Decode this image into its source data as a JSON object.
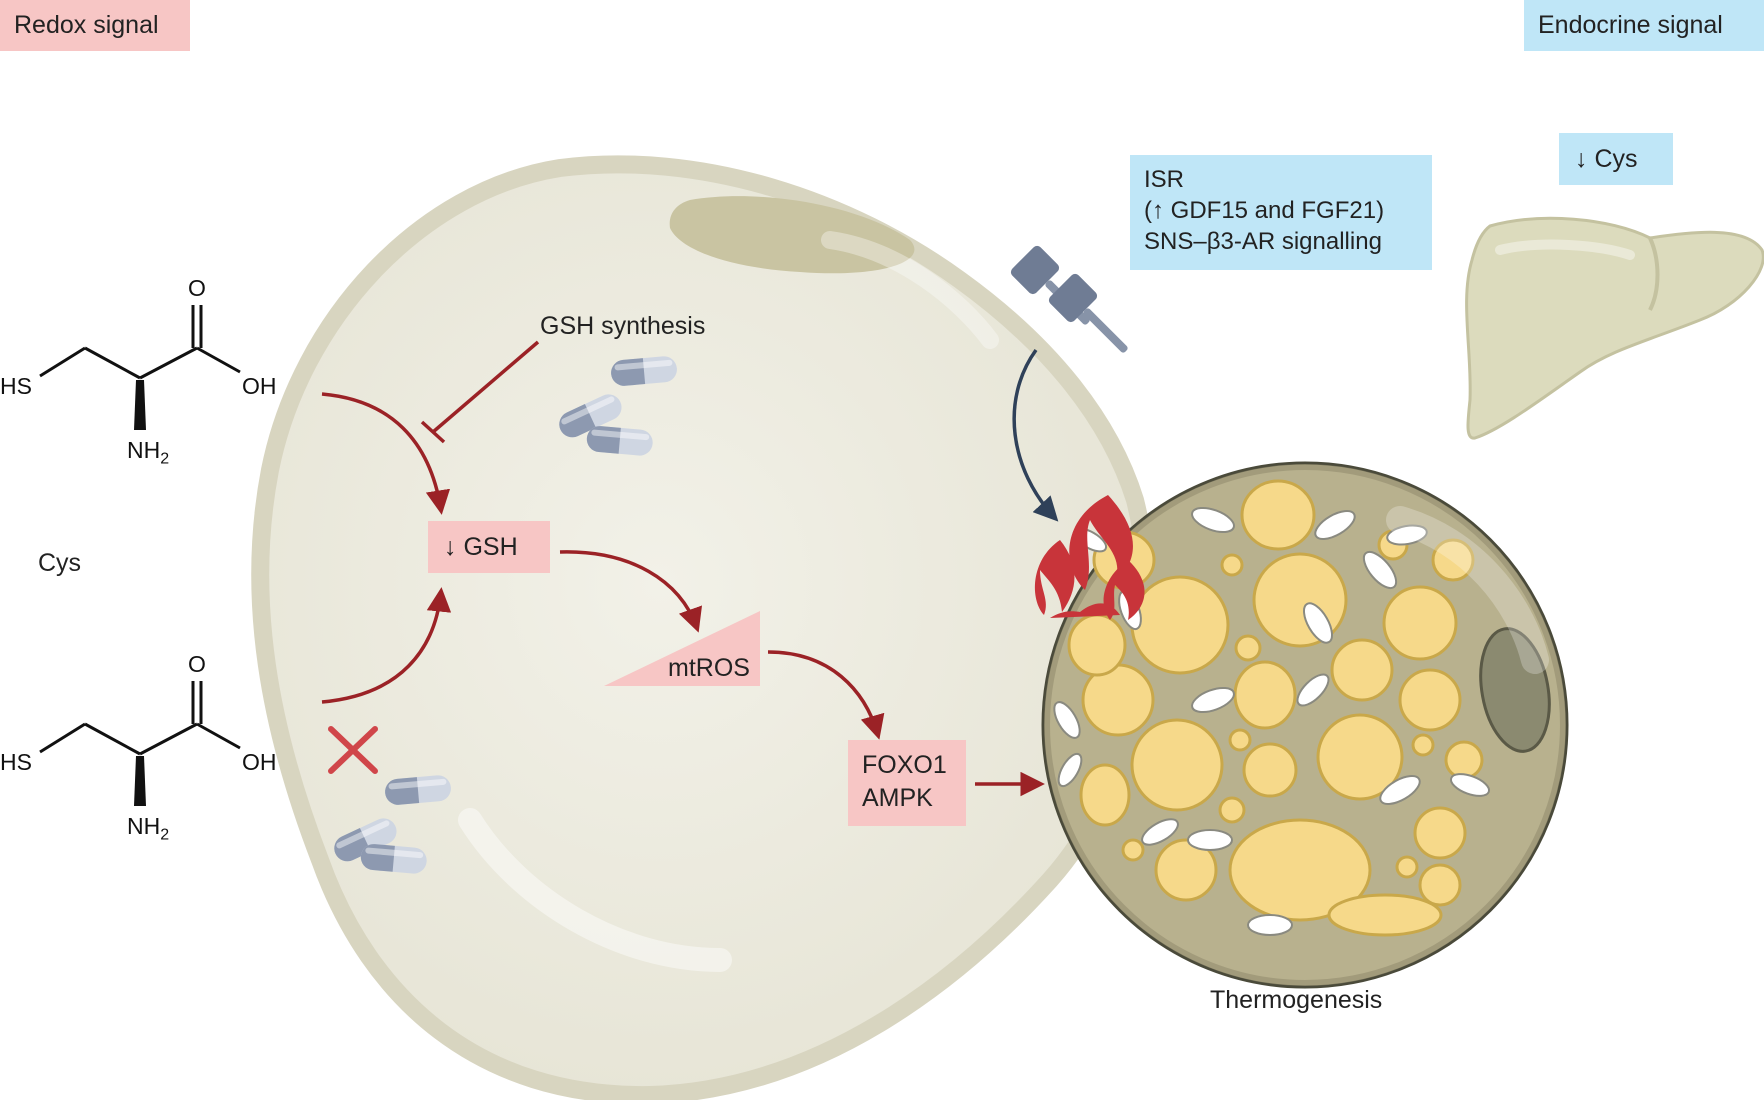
{
  "headers": {
    "redox_signal": "Redox signal",
    "endocrine_signal": "Endocrine signal"
  },
  "molecule": {
    "carbonyl_o": "O",
    "thiol": "HS",
    "hydroxyl": "OH",
    "amine_nh": "NH",
    "amine_sub": "2",
    "name": "Cys"
  },
  "cell": {
    "gsh_synthesis": "GSH synthesis",
    "gsh_box": "↓  GSH",
    "mtros": "mtROS",
    "foxo1": "FOXO1",
    "ampk": "AMPK"
  },
  "endocrine": {
    "isr_line1": "ISR",
    "isr_line2": "(↑ GDF15 and FGF21)",
    "isr_line3": "SNS–β3-AR signalling",
    "cys_box": "↓  Cys"
  },
  "outcome": {
    "thermogenesis": "Thermogenesis"
  },
  "colors": {
    "red_label_bg": "#f7c6c5",
    "blue_label_bg": "#bfe6f7",
    "arrow_red": "#9b2226",
    "arrow_navy": "#2f4159",
    "cell_fill": "#ecebdf",
    "cell_membrane": "#d6d3bf",
    "brown_adipocyte_fill": "#b9b28f",
    "lipid_droplet": "#f6d98a",
    "flame": "#c8343a"
  },
  "icons": [
    "capsule-icon",
    "inhibition-cross-icon",
    "flame-icon",
    "receptor-icon",
    "liver-icon"
  ]
}
